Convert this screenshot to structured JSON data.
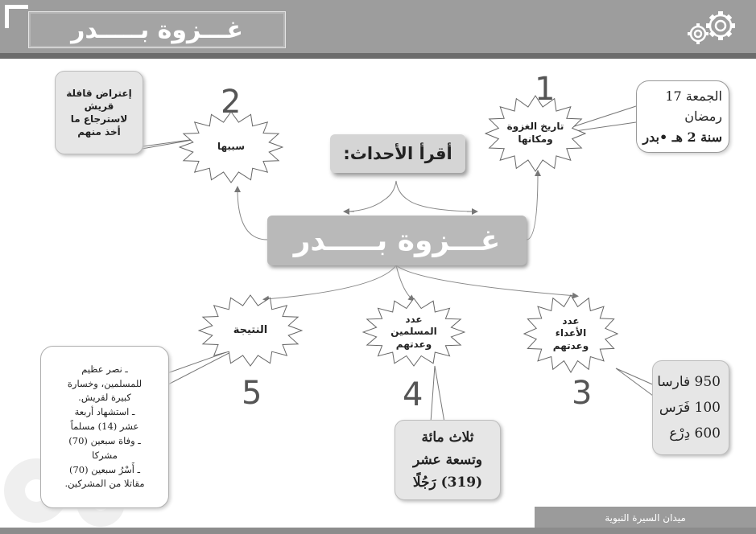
{
  "header": {
    "title": "غـــزوة بـــــدر"
  },
  "center": {
    "title": "غـــزوة بـــــدر",
    "read_label": "أقرأ الأحداث:"
  },
  "nodes": [
    {
      "number": "1",
      "label": "تاريخ الغزوة ومكانها"
    },
    {
      "number": "2",
      "label": "سببها"
    },
    {
      "number": "3",
      "label": "عدد الأعداء وعدتهم"
    },
    {
      "number": "4",
      "label": "عدد المسلمين وعدتهم"
    },
    {
      "number": "5",
      "label": "النتيجة"
    }
  ],
  "details": {
    "date": [
      "الجمعة 17 رمضان",
      "سنة 2 هـ  •بدر"
    ],
    "cause": [
      "إعتراض قافلة",
      "قريش",
      "لاسترجاع ما",
      "أخذ منهم"
    ],
    "enemies": [
      "950  فارسا",
      "100  فَرَس",
      "600  دِرْع"
    ],
    "muslims": [
      "ثلاث مائة",
      "وتسعة عشر",
      "(319) رَجُلًا"
    ],
    "result": [
      "ـ نصر عظيم",
      "للمسلمين، وخسارة",
      "كبيرة لقريش.",
      "ـ استشهاد أربعة",
      "عشر (14) مسلماً",
      "ـ وفاة سبعين (70)",
      "مشركا",
      "ـ أَسْرُ سبعين (70)",
      "مقاتلا من المشركين."
    ]
  },
  "footer": {
    "label": "ميدان السيرة النبوية"
  },
  "icons": [
    "gears-icon",
    "corner-bracket-icon"
  ]
}
